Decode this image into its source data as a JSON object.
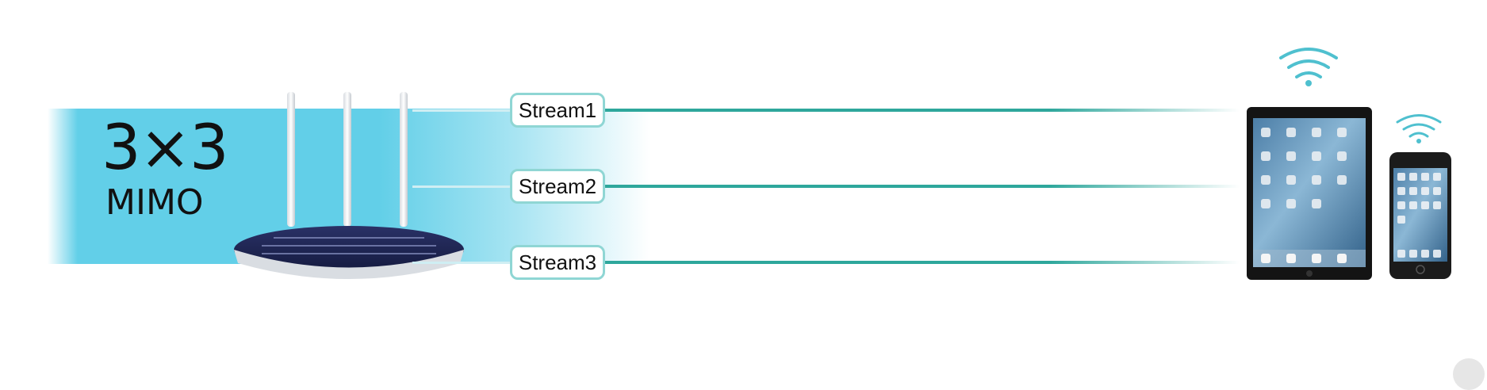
{
  "title": {
    "size": "3×3",
    "tech": "MIMO"
  },
  "streams": [
    "Stream1",
    "Stream2",
    "Stream3"
  ],
  "colors": {
    "band": "#62cfe8",
    "stream_line": "#2ea79c",
    "stream_border": "#8fd6d4",
    "router_body": "#1f2550",
    "wifi": "#4fc0cf"
  },
  "icons": [
    "router-icon",
    "tablet-icon",
    "phone-icon",
    "wifi-icon",
    "collapse-icon"
  ]
}
